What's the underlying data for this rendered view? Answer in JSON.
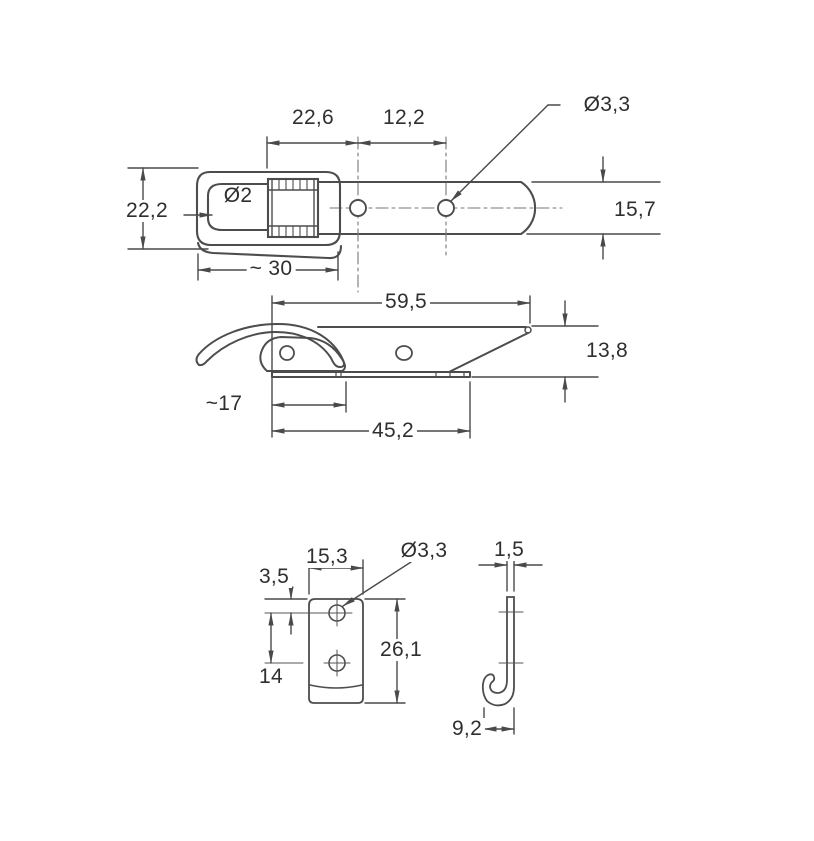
{
  "drawing": {
    "background_color": "#ffffff",
    "line_color": "#4a4a4a",
    "text_color": "#2f2f2f"
  },
  "views": {
    "latch_top": {
      "dims": {
        "lever_to_hole": "22,6",
        "hole_spacing": "12,2",
        "hole_dia": "Ø3,3",
        "overall_width": "22,2",
        "wire_dia": "Ø2",
        "strap_width": "15,7",
        "lever_length": "~ 30"
      }
    },
    "latch_side": {
      "dims": {
        "overall_length": "59,5",
        "height": "13,8",
        "lever_offset": "~17",
        "base_length": "45,2"
      }
    },
    "catch_front": {
      "dims": {
        "width": "15,3",
        "hole_dia": "Ø3,3",
        "hole_top_offset": "3,5",
        "hole_spacing": "14",
        "height": "26,1"
      }
    },
    "catch_side": {
      "dims": {
        "thickness": "1,5",
        "hook_depth": "9,2"
      }
    }
  }
}
